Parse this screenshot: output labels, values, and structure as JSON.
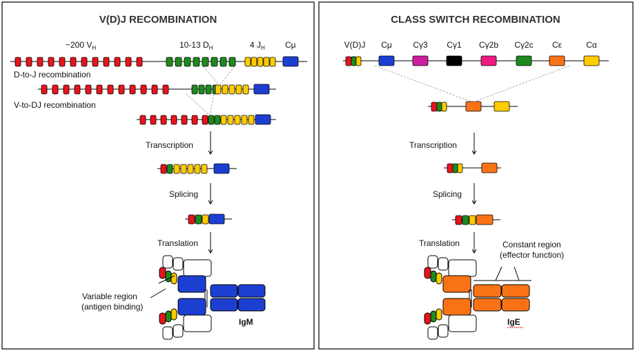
{
  "colors": {
    "V": "#e8141c",
    "D": "#1e8a1e",
    "J": "#ffcc00",
    "Cmu": "#1c3fd1",
    "Cg3": "#cc1e9e",
    "Cg1": "#000000",
    "Cg2b": "#ee1a82",
    "Cg2c": "#1e8a1e",
    "Ce": "#f97316",
    "Ca": "#ffcc00"
  },
  "left": {
    "title": "V(D)J RECOMBINATION",
    "gene_labels": {
      "v": "~200 V",
      "v_sub": "H",
      "d": "10-13 D",
      "d_sub": "H",
      "j": "4 J",
      "j_sub": "H",
      "c": "Cμ"
    },
    "steps": {
      "d_to_j": "D-to-J recombination",
      "v_to_dj": "V-to-DJ recombination",
      "transcription": "Transcription",
      "splicing": "Splicing",
      "translation": "Translation"
    },
    "variable_region": [
      "Variable region",
      "(antigen binding)"
    ],
    "antibody": "IgM"
  },
  "right": {
    "title": "CLASS SWITCH RECOMBINATION",
    "gene_labels": [
      "V(D)J",
      "Cμ",
      "Cγ3",
      "Cγ1",
      "Cγ2b",
      "Cγ2c",
      "Cε",
      "Cα"
    ],
    "steps": {
      "transcription": "Transcription",
      "splicing": "Splicing",
      "translation": "Translation"
    },
    "constant_region": [
      "Constant region",
      "(effector function)"
    ],
    "antibody": "IgE"
  }
}
